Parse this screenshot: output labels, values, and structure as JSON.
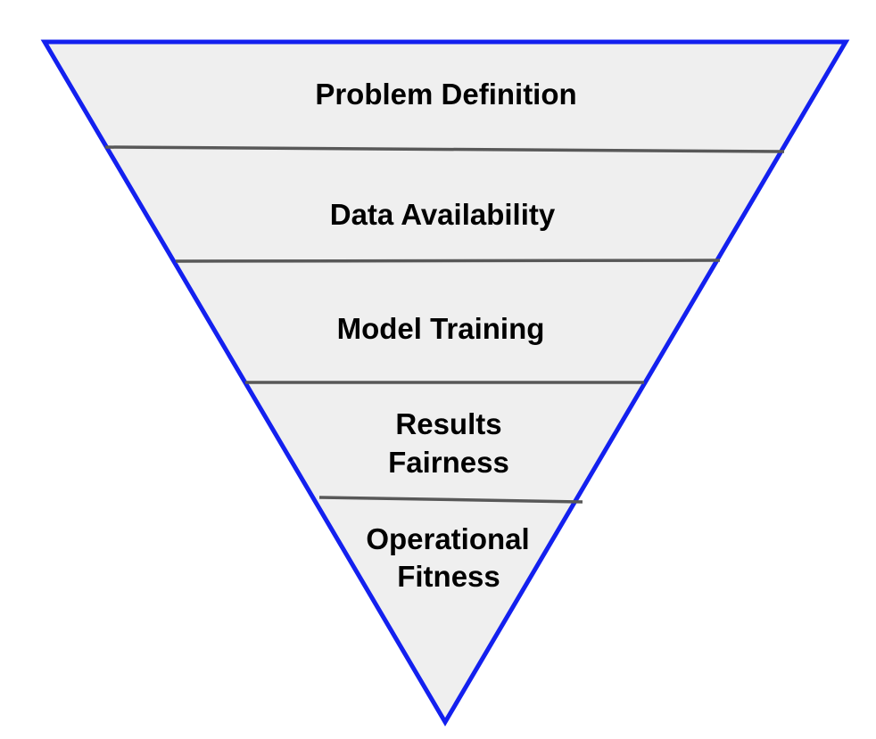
{
  "diagram": {
    "type": "inverted-pyramid-funnel",
    "levels": [
      {
        "label": "Problem Definition",
        "lines": [
          "Problem Definition"
        ]
      },
      {
        "label": "Data Availability",
        "lines": [
          "Data Availability"
        ]
      },
      {
        "label": "Model Training",
        "lines": [
          "Model Training"
        ]
      },
      {
        "label": "Results Fairness",
        "lines": [
          "Results",
          "Fairness"
        ]
      },
      {
        "label": "Operational Fitness",
        "lines": [
          "Operational",
          "Fitness"
        ]
      }
    ],
    "colors": {
      "outline": "#1320ef",
      "fill": "#efefef",
      "divider": "#585858",
      "text": "#000000",
      "background": "#ffffff"
    }
  }
}
